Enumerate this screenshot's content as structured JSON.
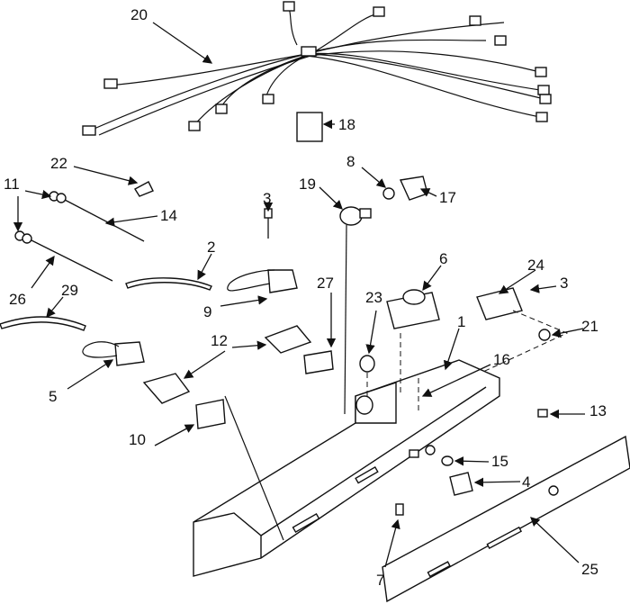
{
  "diagram": {
    "type": "exploded parts diagram",
    "labels": [
      "20",
      "18",
      "22",
      "8",
      "19",
      "17",
      "11",
      "3",
      "14",
      "2",
      "6",
      "24",
      "3",
      "26",
      "29",
      "27",
      "23",
      "9",
      "1",
      "21",
      "12",
      "16",
      "5",
      "13",
      "10",
      "15",
      "4",
      "25",
      "7"
    ]
  }
}
